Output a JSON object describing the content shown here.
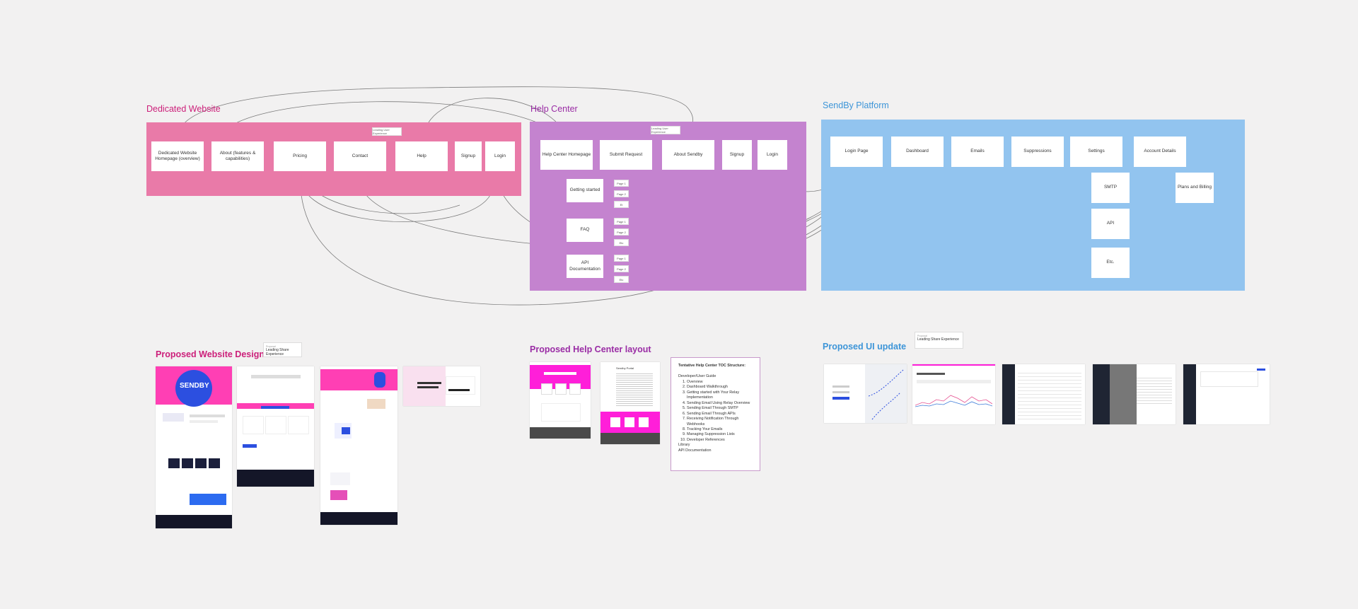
{
  "sections": {
    "website_title": "Dedicated Website",
    "help_title": "Help Center",
    "platform_title": "SendBy Platform"
  },
  "website_nodes": {
    "homepage": "Dedicated Website Homepage (overview)",
    "about": "About (features & capabilities)",
    "pricing": "Pricing",
    "contact": "Contact",
    "help": "Help",
    "signup": "Signup",
    "login": "Login"
  },
  "help_nodes": {
    "homepage": "Help Center Homepage",
    "submit": "Submit Request",
    "about": "About Sendby",
    "signup": "Signup",
    "login": "Login",
    "getting_started": "Getting started",
    "faq": "FAQ",
    "api_docs": "API Documentation",
    "gs_pages": [
      "Page 1",
      "Page 2",
      "Et"
    ],
    "faq_pages": [
      "Page 1",
      "Page 2",
      "Etc"
    ],
    "api_pages": [
      "Page 1",
      "Page 2",
      "Etc"
    ]
  },
  "platform_nodes": {
    "login": "Login Page",
    "dashboard": "Dashboard",
    "emails": "Emails",
    "suppressions": "Suppressions",
    "settings": "Settings",
    "account": "Account Details",
    "smtp": "SMTP",
    "api": "API",
    "etc": "Etc.",
    "plans": "Plans and Billing"
  },
  "notes": {
    "website_note": "Leading User Experience",
    "help_note": "Leading User Experience"
  },
  "proposals": {
    "website_title": "Proposed Website Design",
    "website_sticky_small": "Proposal",
    "website_sticky": "Leading Share Experience",
    "help_title": "Proposed Help Center layout",
    "ui_title": "Proposed UI update",
    "ui_sticky_small": "Proposal",
    "ui_sticky": "Leading Share Experience"
  },
  "thumb_text": {
    "brand": "SENDBY",
    "help_portal": "Sendby Portal"
  },
  "toc": {
    "heading": "Tentative Help Center TOC Structure:",
    "intro": "Developer/User Guide",
    "items": [
      "Overview",
      "Dashboard Walkthrough",
      "Getting started with Your Relay Implementation",
      "Sending Email Using Relay Overview",
      "Sending Email Through SMTP",
      "Sending Email Through APIs",
      "Receiving Notification Through Webhooks",
      "Tracking Your Emails",
      "Managing Suppression Lists",
      "Developer References"
    ],
    "footer": [
      "Library",
      "API Documentation"
    ]
  },
  "colors": {
    "canvas": "#f2f1f1",
    "website": "#e97aa8",
    "help": "#c483cf",
    "platform": "#92c4ef",
    "pink_title": "#cc1f7a",
    "purple_title": "#9a2ca5",
    "blue_title": "#3d95d8",
    "magenta": "#ff1fd9"
  }
}
